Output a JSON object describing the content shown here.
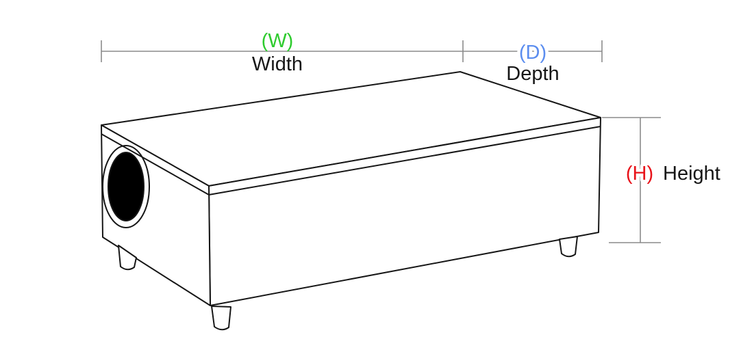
{
  "labels": {
    "width": {
      "symbol": "(W)",
      "text": "Width",
      "symbol_color": "#2ecb2e"
    },
    "depth": {
      "symbol": "(D)",
      "text": "Depth",
      "symbol_color": "#5b8def"
    },
    "height": {
      "symbol": "(H)",
      "text": "Height",
      "symbol_color": "#e8131a"
    }
  },
  "colors": {
    "background": "#ffffff",
    "outline": "#161616",
    "dimension_line": "#8a8a8a",
    "label_text": "#161616",
    "speaker_fill": "#000000",
    "face_fill": "#ffffff"
  }
}
